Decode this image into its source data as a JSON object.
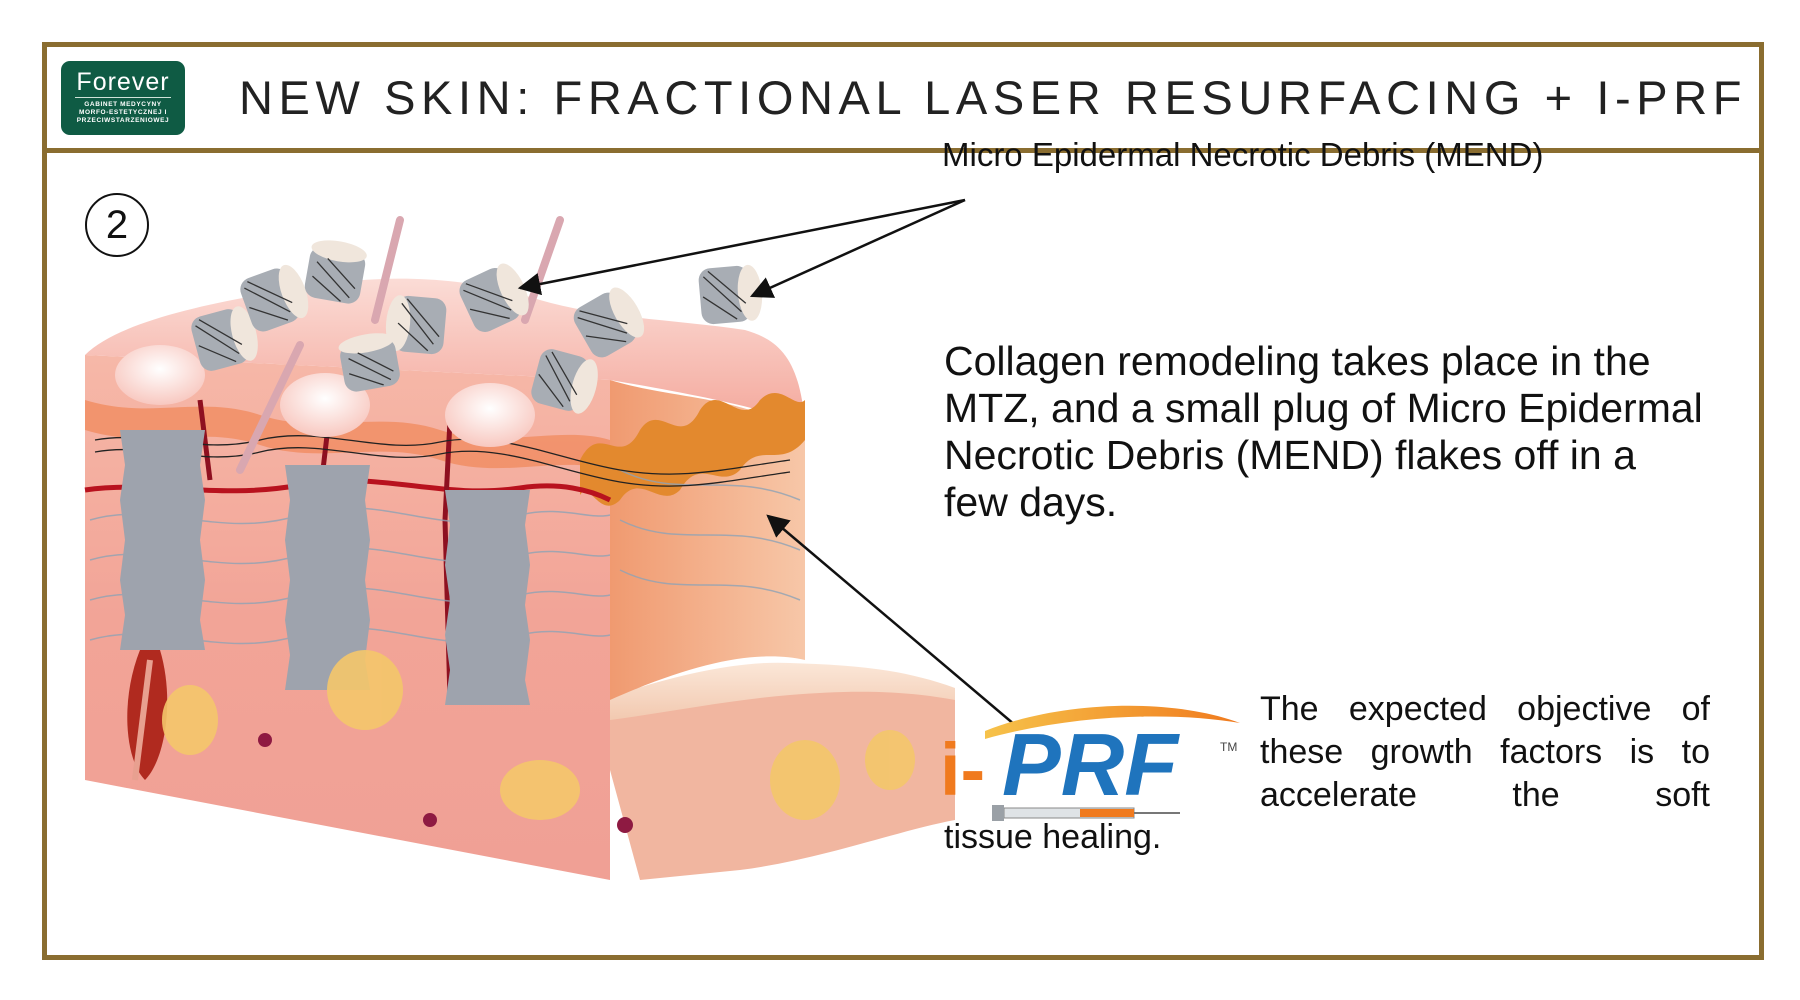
{
  "header": {
    "title": "NEW SKIN: FRACTIONAL LASER RESURFACING + I-PRF",
    "logo": {
      "brand": "Forever",
      "lines": [
        "GABINET MEDYCYNY",
        "MORFO-ESTETYCZNEJ I",
        "PRZECIWSTARZENIOWEJ"
      ]
    }
  },
  "step_number": "2",
  "labels": {
    "mend": "Micro Epidermal Necrotic Debris (MEND)"
  },
  "description": "Collagen remodeling takes place in the MTZ, and a small plug of Micro Epidermal Necrotic Debris (MEND) flakes off in a few days.",
  "iprf": {
    "logo_text_i": "i-",
    "logo_text_prf": "PRF",
    "trademark": "TM",
    "text_main": "The expected objective of these growth factors is to accelerate the soft",
    "text_tail": "tissue healing."
  },
  "colors": {
    "frame": "#8a6d30",
    "logo_bg": "#0f5b44",
    "iprf_orange": "#f07a1e",
    "iprf_blue": "#1f74bd"
  }
}
